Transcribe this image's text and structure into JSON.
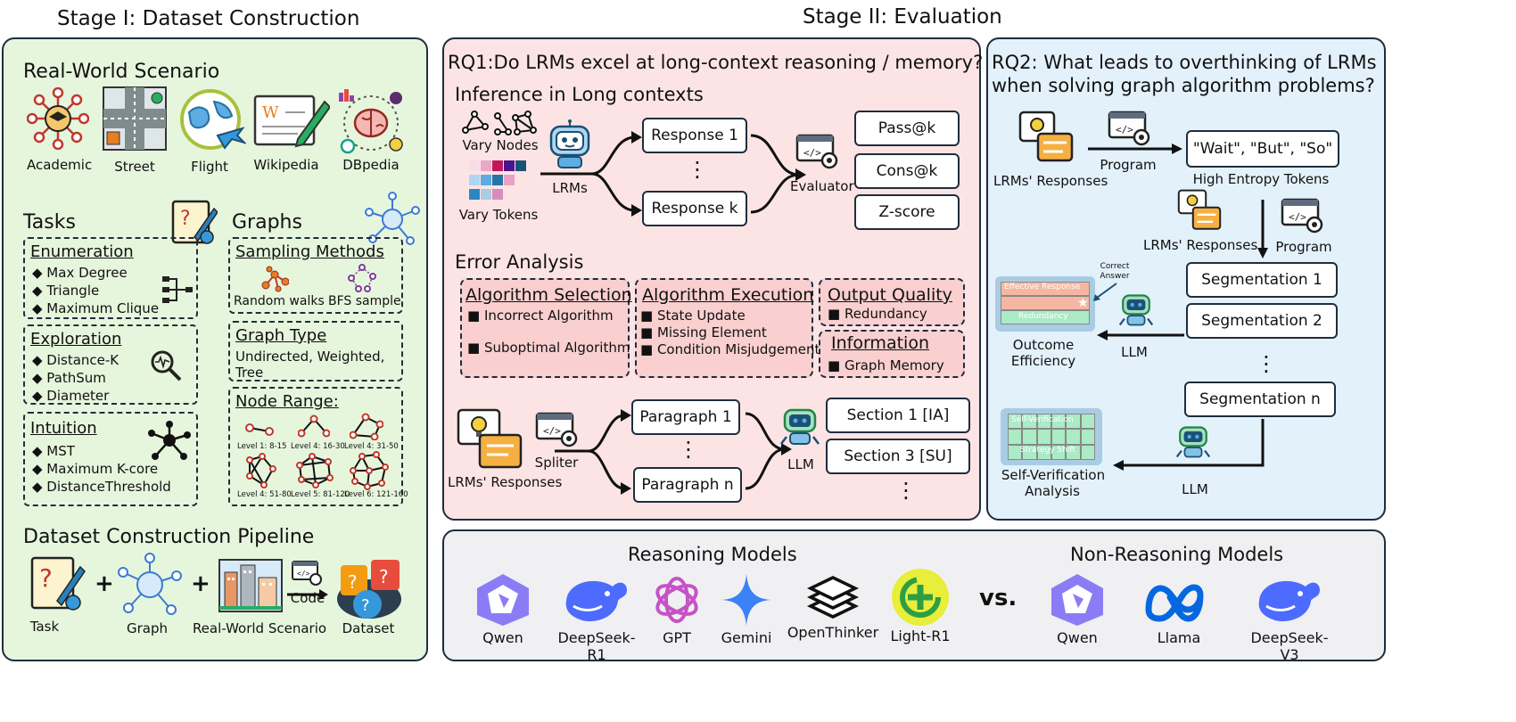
{
  "stage1": {
    "title": "Stage I: Dataset Construction",
    "scenario_title": "Real-World Scenario",
    "scenarios": [
      "Academic",
      "Street",
      "Flight",
      "Wikipedia",
      "DBpedia"
    ],
    "tasks_title": "Tasks",
    "graphs_title": "Graphs",
    "enumeration": {
      "title": "Enumeration",
      "items": [
        "◆ Max Degree",
        "◆ Triangle",
        "◆ Maximum Clique"
      ]
    },
    "exploration": {
      "title": "Exploration",
      "items": [
        "◆ Distance-K",
        "◆ PathSum",
        "◆ Diameter"
      ]
    },
    "intuition": {
      "title": "Intuition",
      "items": [
        "◆ MST",
        "◆ Maximum K-core",
        "◆ DistanceThreshold"
      ]
    },
    "sampling": {
      "title": "Sampling Methods",
      "methods": [
        "Random walks",
        "BFS sample"
      ]
    },
    "graph_type": {
      "title": "Graph Type",
      "line1": "Undirected, Weighted,",
      "line2": "Tree"
    },
    "node_range": {
      "title": "Node Range:",
      "levels": [
        "Level 1: 8-15",
        "Level 4: 16-30",
        "Level 4: 31-50",
        "Level 4: 51-80",
        "Level 5: 81-120",
        "Level 6: 121-160"
      ]
    },
    "pipeline_title": "Dataset Construction Pipeline",
    "pipeline": {
      "task": "Task",
      "graph": "Graph",
      "scenario": "Real-World Scenario",
      "code": "Code",
      "dataset": "Dataset",
      "plus": "+"
    }
  },
  "stage2": {
    "title": "Stage II: Evaluation",
    "rq1": {
      "title": "RQ1:Do LRMs excel at long-context reasoning / memory?",
      "inference_title": "Inference in Long contexts",
      "vary_nodes": "Vary Nodes",
      "vary_tokens": "Vary Tokens",
      "lrms": "LRMs",
      "response1": "Response 1",
      "dots": "⋮",
      "responsek": "Response k",
      "evaluator": "Evaluator",
      "metrics": [
        "Pass@k",
        "Cons@k",
        "Z-score"
      ],
      "error_title": "Error Analysis",
      "algo_selection": {
        "title": "Algorithm Selection",
        "items": [
          "■ Incorrect Algorithm",
          "■ Suboptimal Algorithm"
        ]
      },
      "algo_execution": {
        "title": "Algorithm Execution",
        "items": [
          "■ State Update",
          "■ Missing Element",
          "■ Condition Misjudgement"
        ]
      },
      "output_quality": {
        "title": "Output Quality",
        "items": [
          "■ Redundancy"
        ]
      },
      "information": {
        "title": "Information",
        "items": [
          "■ Graph Memory"
        ]
      },
      "lrms_responses": "LRMs' Responses",
      "spliter": "Spliter",
      "paragraph1": "Paragraph 1",
      "paragraphn": "Paragraph n",
      "llm": "LLM",
      "section1": "Section 1 [IA]",
      "section3": "Section 3 [SU]"
    },
    "rq2": {
      "title_line1": "RQ2: What leads to overthinking of LRMs",
      "title_line2": "when solving graph algorithm problems?",
      "lrms_responses": "LRMs' Responses",
      "program": "Program",
      "tokens": "\"Wait\", \"But\", \"So\"",
      "high_entropy": "High Entropy Tokens",
      "seg1": "Segmentation 1",
      "seg2": "Segmentation 2",
      "segn": "Segmentation n",
      "dots": "⋮",
      "correct_answer": "Correct Answer",
      "effective_response": "Effective Response",
      "redundancy": "Redundancy",
      "outcome": "Outcome",
      "efficiency": "Efficiency",
      "llm": "LLM",
      "self_verification": "Self-Verification",
      "strategy_shift": "Strategy Shift",
      "sv_analysis_1": "Self-Verification",
      "sv_analysis_2": "Analysis"
    },
    "models": {
      "reasoning_title": "Reasoning Models",
      "non_reasoning_title": "Non-Reasoning Models",
      "reasoning": [
        "Qwen",
        "DeepSeek-R1",
        "GPT",
        "Gemini",
        "OpenThinker",
        "Light-R1"
      ],
      "vs": "vs.",
      "non_reasoning": [
        "Qwen",
        "Llama",
        "DeepSeek-V3"
      ]
    }
  },
  "colors": {
    "stage1_bg": "#e6f6dd",
    "rq1_bg": "#fde4e4",
    "rq2_bg": "#e3f1fb",
    "models_bg": "#f0f0f3",
    "border": "#1f2d3d"
  }
}
